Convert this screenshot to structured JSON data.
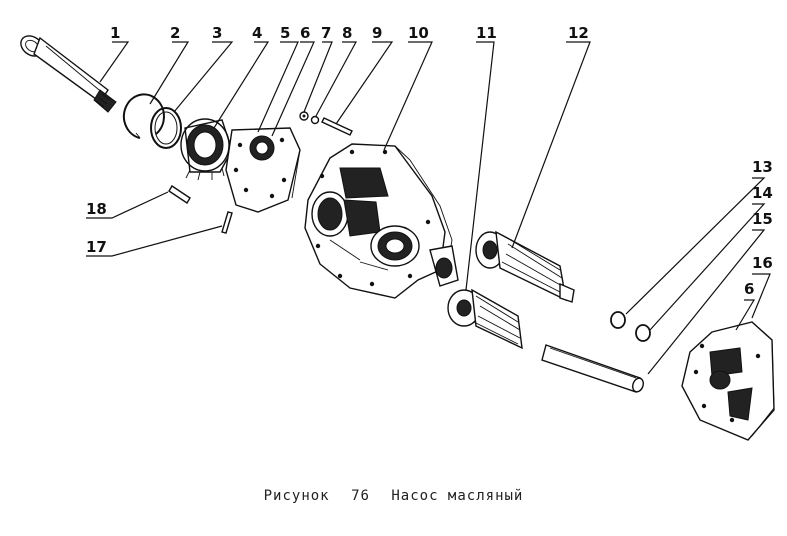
{
  "caption": {
    "prefix": "Рисунок",
    "number": "76",
    "title": "Насос масляный"
  },
  "callouts": [
    "1",
    "2",
    "3",
    "4",
    "5",
    "6",
    "7",
    "8",
    "9",
    "10",
    "11",
    "12",
    "13",
    "14",
    "15",
    "16",
    "6",
    "17",
    "18"
  ]
}
